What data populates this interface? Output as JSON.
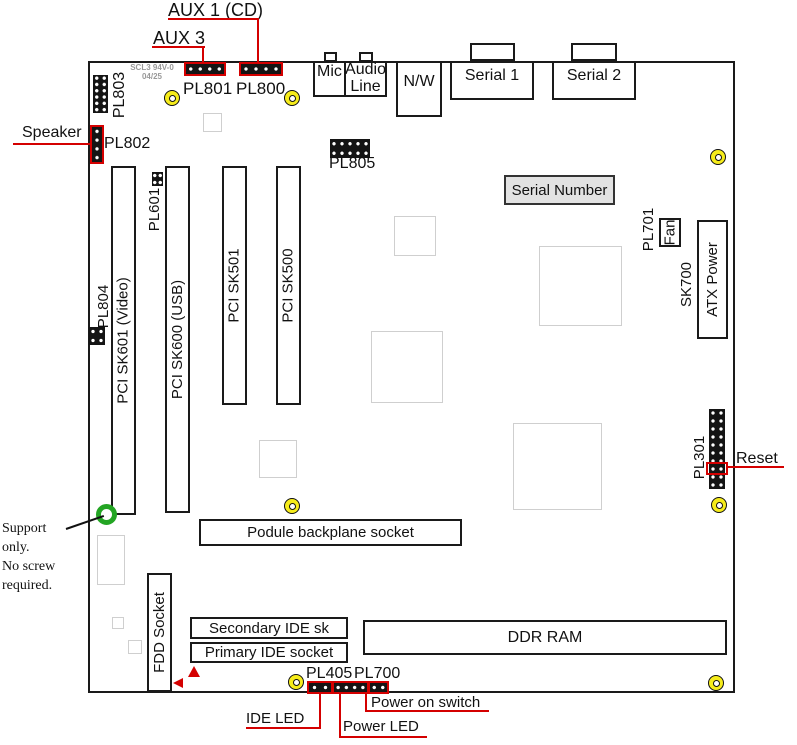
{
  "annotations": {
    "aux1_cd": "AUX 1 (CD)",
    "aux3": "AUX 3",
    "speaker": "Speaker",
    "reset": "Reset",
    "ide_led": "IDE LED",
    "power_led": "Power LED",
    "power_on_switch": "Power on switch",
    "support_note": [
      "Support",
      "only.",
      "No screw",
      "required."
    ]
  },
  "silkscreen": {
    "line1": "SCL3 94V-0",
    "line2": "04/25"
  },
  "headers": {
    "pl800": "PL800",
    "pl801": "PL801",
    "pl802": "PL802",
    "pl803": "PL803",
    "pl804": "PL804",
    "pl805": "PL805",
    "pl601": "PL601",
    "pl701": "PL701",
    "pl301": "PL301",
    "pl405": "PL405",
    "pl700": "PL700"
  },
  "rear_connectors": {
    "mic": "Mic",
    "audio": [
      "Audio",
      "Line"
    ],
    "network": "N/W",
    "serial1": "Serial 1",
    "serial2": "Serial 2"
  },
  "sockets": {
    "fan": "Fan",
    "sk700": "SK700",
    "atx_power": "ATX Power",
    "serial_number": "Serial Number",
    "pci_sk601": "PCI SK601 (Video)",
    "pci_sk600": "PCI SK600 (USB)",
    "pci_sk501": "PCI SK501",
    "pci_sk500": "PCI SK500",
    "podule": "Podule backplane socket",
    "fdd": "FDD Socket",
    "secondary_ide": "Secondary IDE sk",
    "primary_ide": "Primary IDE socket",
    "ddr_ram": "DDR RAM"
  },
  "colors": {
    "annotation_red": "#d40000",
    "hole_yellow": "#f6ec1b",
    "support_green": "#23a523",
    "board_outline": "#1a1a1a",
    "ghost_gray": "#cfcfcf",
    "silkscreen_gray": "#999999"
  }
}
